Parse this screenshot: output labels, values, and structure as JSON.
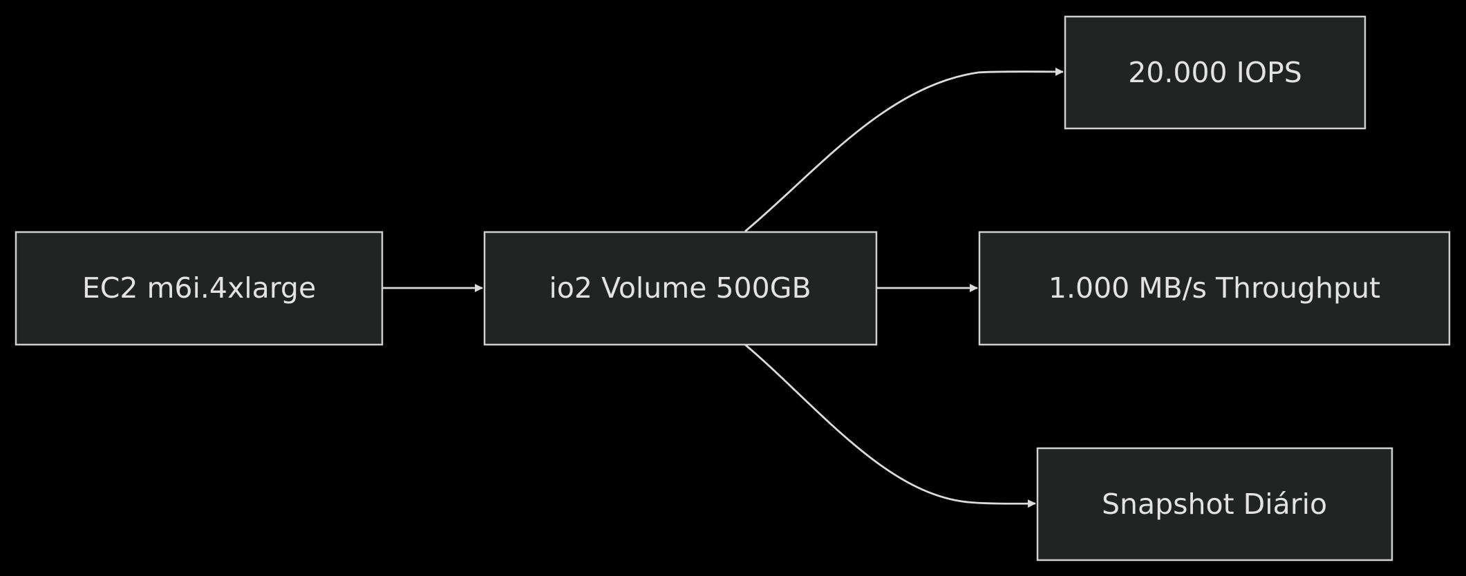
{
  "diagram": {
    "type": "flowchart",
    "direction": "left-to-right",
    "colors": {
      "background": "#000000",
      "node_fill": "#222423",
      "node_border": "#cfd1d1",
      "text": "#e3e3e3",
      "edge": "#dcdcdc"
    },
    "nodes": [
      {
        "id": "ec2",
        "label": "EC2 m6i.4xlarge"
      },
      {
        "id": "volume",
        "label": "io2 Volume 500GB"
      },
      {
        "id": "iops",
        "label": "20.000 IOPS"
      },
      {
        "id": "throughput",
        "label": "1.000 MB/s Throughput"
      },
      {
        "id": "snapshot",
        "label": "Snapshot Diário"
      }
    ],
    "edges": [
      {
        "from": "ec2",
        "to": "volume"
      },
      {
        "from": "volume",
        "to": "iops"
      },
      {
        "from": "volume",
        "to": "throughput"
      },
      {
        "from": "volume",
        "to": "snapshot"
      }
    ]
  }
}
